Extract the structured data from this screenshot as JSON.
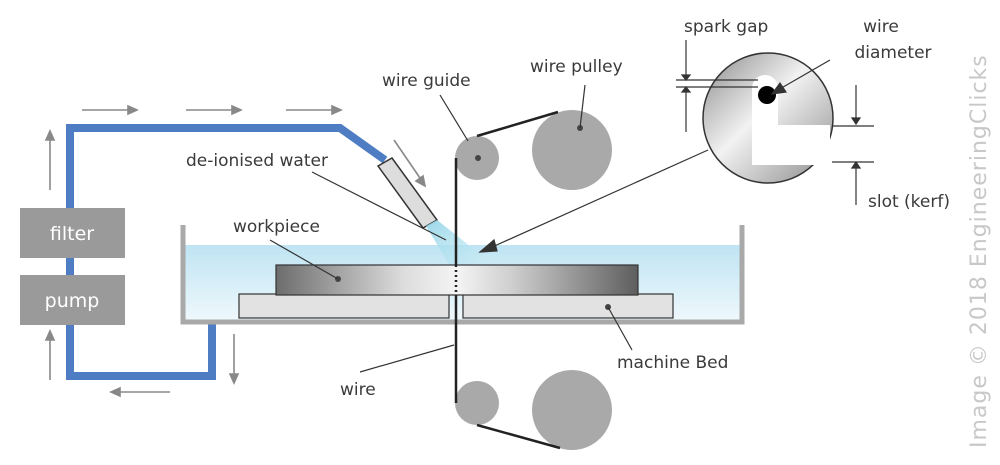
{
  "labels": {
    "spark_gap": "spark gap",
    "wire_diameter_line1": "wire",
    "wire_diameter_line2": "diameter",
    "wire_guide": "wire guide",
    "wire_pulley": "wire pulley",
    "deionised_water": "de-ionised water",
    "workpiece": "workpiece",
    "slot_kerf": "slot (kerf)",
    "filter": "filter",
    "pump": "pump",
    "wire": "wire",
    "machine_bed": "machine Bed"
  },
  "credit": "Image © 2018 EngineeringClicks",
  "colors": {
    "pipe": "#4f7dc4",
    "water_top": "#bfe4f3",
    "water_bottom": "#eaf6fb",
    "tank": "#a9a9a9",
    "box": "#9a9a9a",
    "pulley": "#a9a9a9",
    "wire": "#222222",
    "label": "#3a3a3a"
  }
}
